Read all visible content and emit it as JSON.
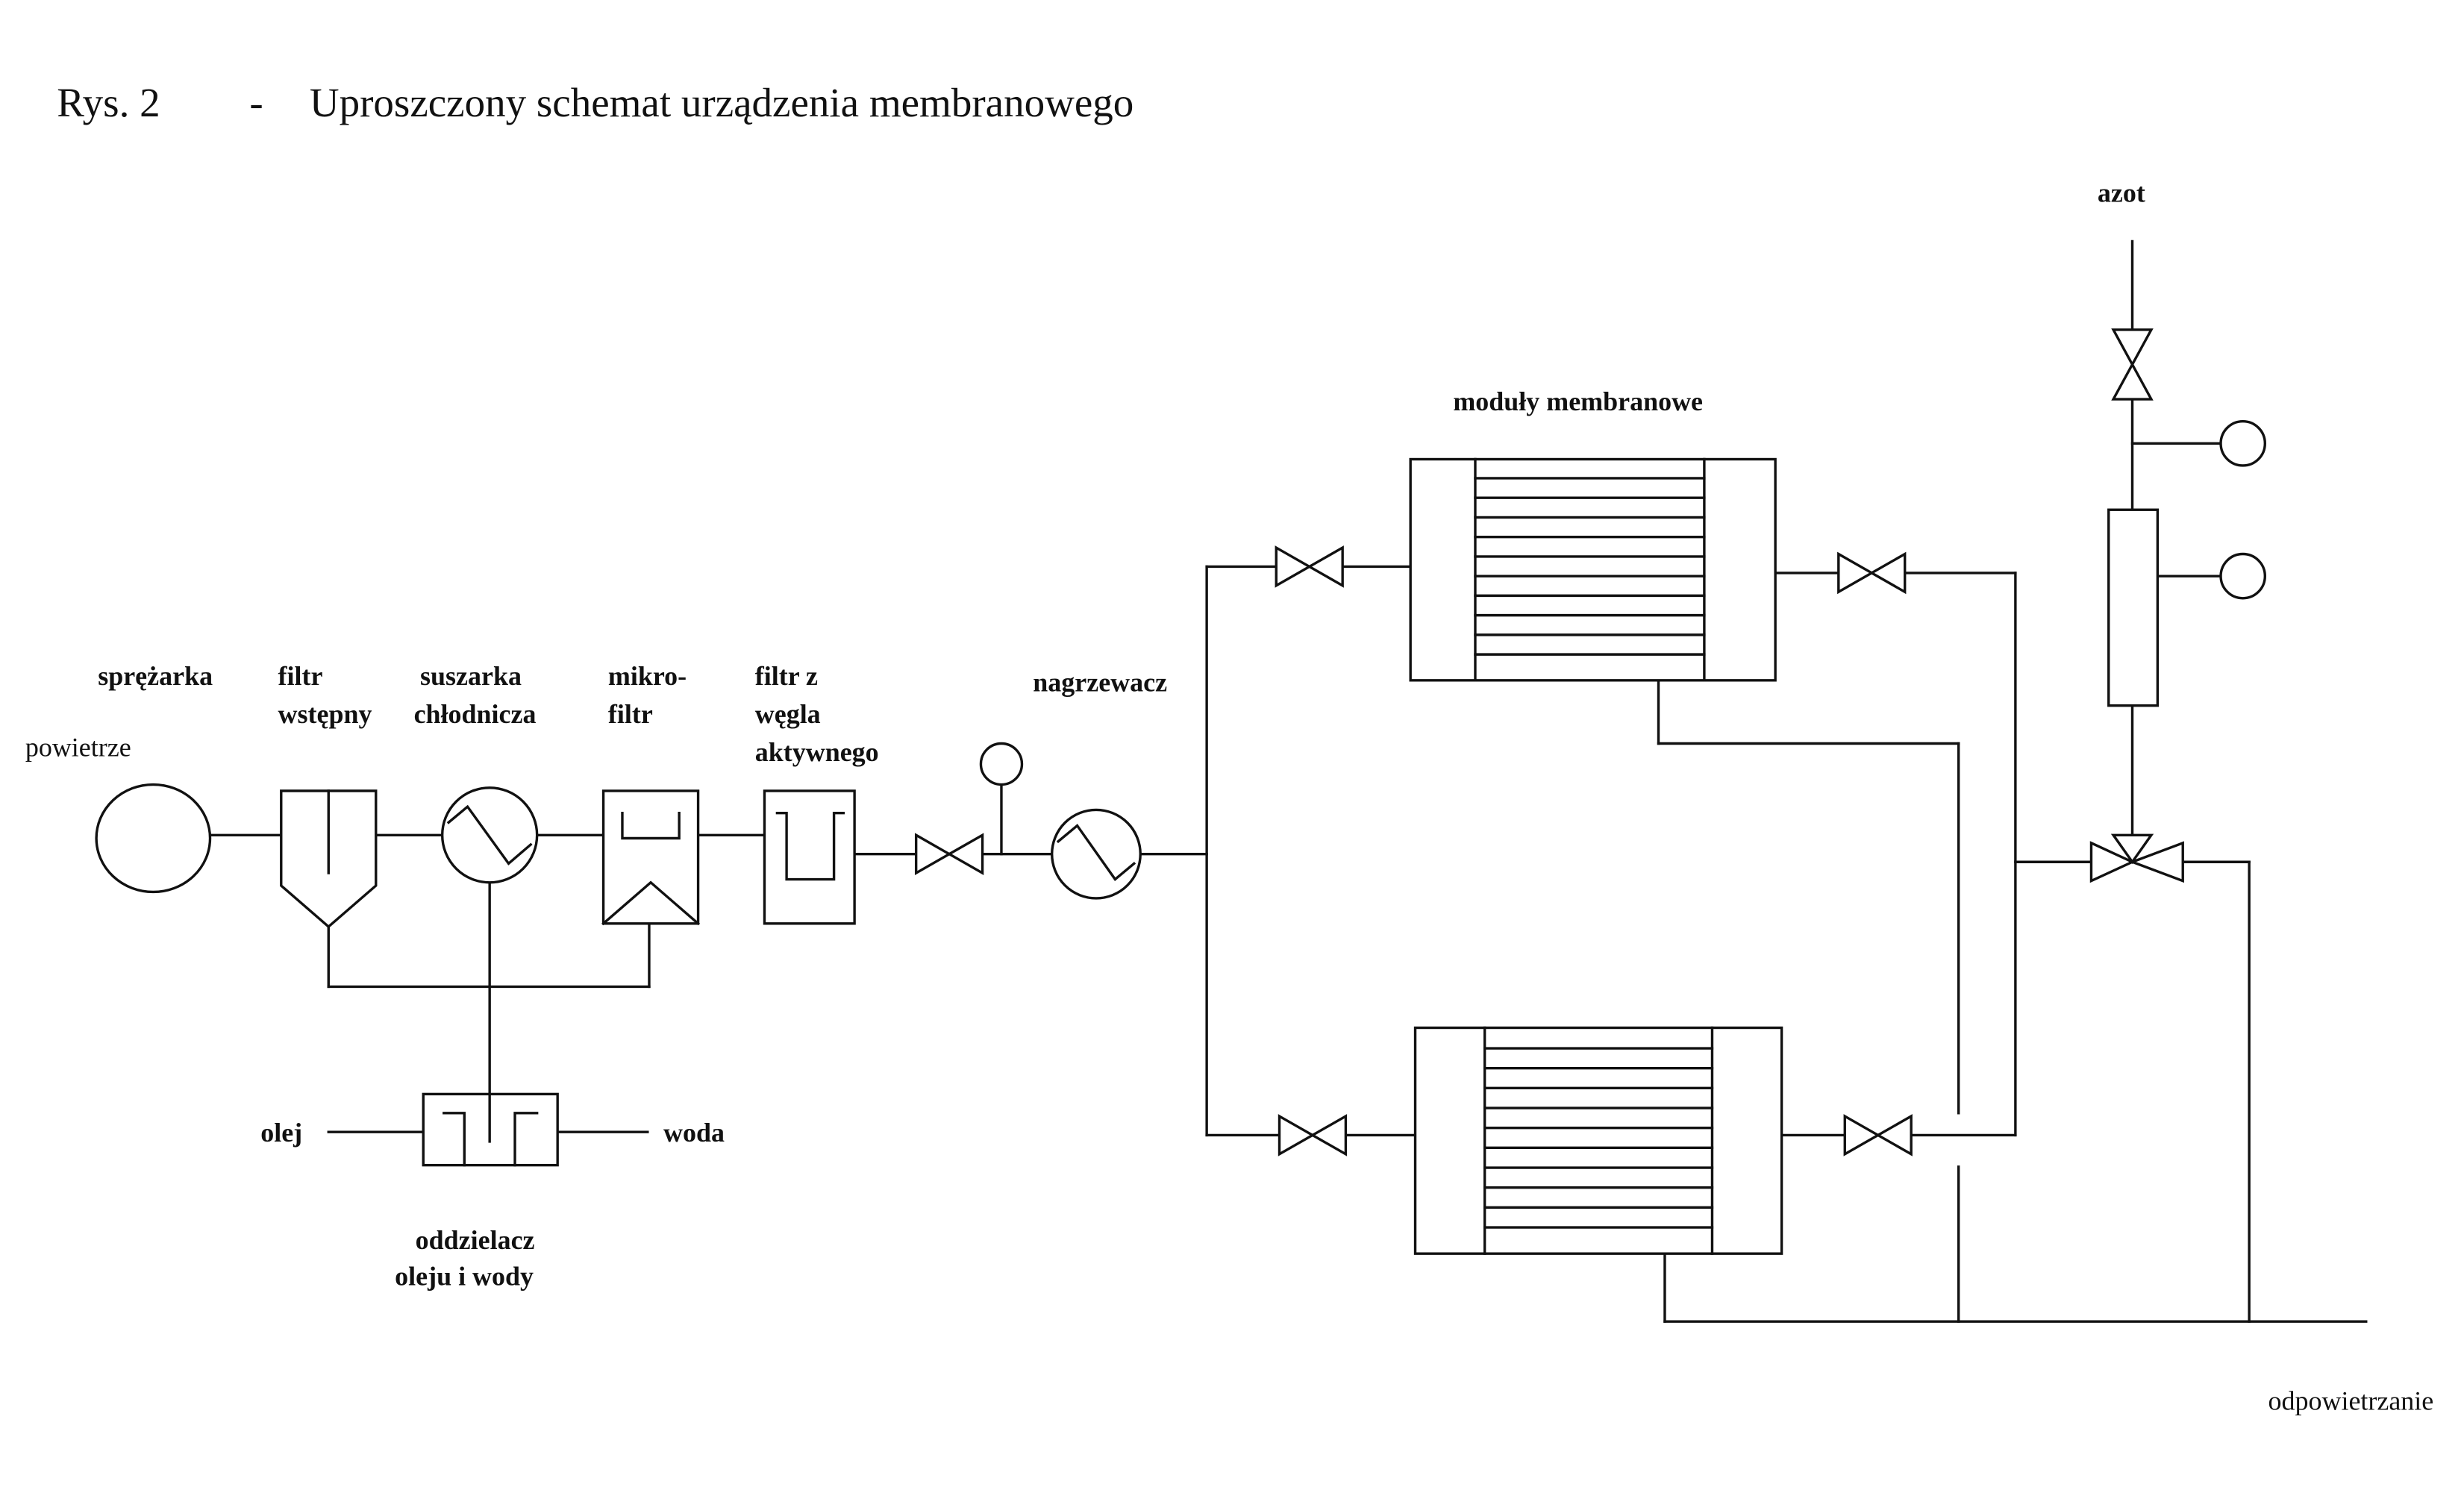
{
  "title": {
    "prefix": "Rys. 2",
    "dash": "-",
    "text": "Uproszczony schemat urządzenia membranowego"
  },
  "labels": {
    "powietrze": "powietrze",
    "sprezarka": "sprężarka",
    "filtr_wstepny": [
      "filtr",
      "wstępny"
    ],
    "suszarka": [
      "suszarka",
      "chłodnicza"
    ],
    "mikrofiltr": [
      "mikro-",
      "filtr"
    ],
    "filtr_wegla": [
      "filtr z",
      "węgla",
      "aktywnego"
    ],
    "nagrzewacz": "nagrzewacz",
    "moduly": "moduły membranowe",
    "azot": "azot",
    "olej": "olej",
    "woda": "woda",
    "oddzielacz": [
      "oddzielacz",
      "oleju i wody"
    ],
    "odpowietrzanie": "odpowietrzanie"
  },
  "membrane_module": {
    "fiber_count": 10
  }
}
